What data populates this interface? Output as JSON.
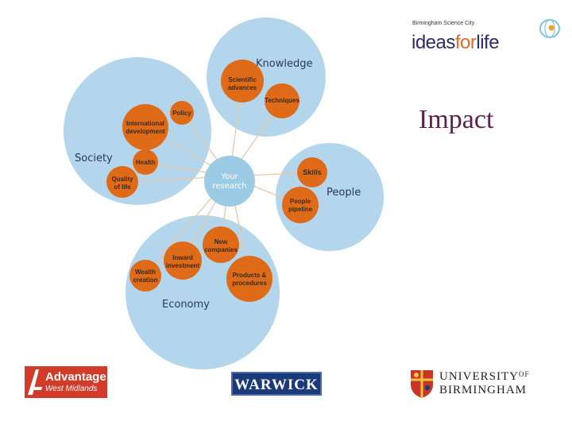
{
  "title": "Impact",
  "brand": {
    "subtitle": "Birmingham Science City",
    "name_part1": "ideas",
    "name_highlight": "for",
    "name_part2": "life"
  },
  "colors": {
    "cluster": "#b3d6ec",
    "node": "#df6b19",
    "center": "#9ccbe6",
    "connector": "#e8c9a5",
    "title": "#5c1f4a"
  },
  "diagram": {
    "center": {
      "line1": "Your",
      "line2": "research"
    },
    "clusters": [
      {
        "name": "Knowledge"
      },
      {
        "name": "Society"
      },
      {
        "name": "People"
      },
      {
        "name": "Economy"
      }
    ],
    "nodes": [
      {
        "line1": "Scientific",
        "line2": "advances"
      },
      {
        "line1": "Techniques",
        "line2": ""
      },
      {
        "line1": "Policy",
        "line2": ""
      },
      {
        "line1": "International",
        "line2": "development"
      },
      {
        "line1": "Health",
        "line2": ""
      },
      {
        "line1": "Quality",
        "line2": "of life"
      },
      {
        "line1": "Skills",
        "line2": ""
      },
      {
        "line1": "People",
        "line2": "pipeline"
      },
      {
        "line1": "New",
        "line2": "companies"
      },
      {
        "line1": "Inward",
        "line2": "investment"
      },
      {
        "line1": "Wealth",
        "line2": "creation"
      },
      {
        "line1": "Products &",
        "line2": "procedures"
      }
    ]
  },
  "logos": {
    "advantage": {
      "line1": "Advantage",
      "line2": "West Midlands"
    },
    "warwick": "WARWICK",
    "birmingham": {
      "line1": "UNIVERSITY",
      "of": "OF",
      "line2": "BIRMINGHAM"
    }
  }
}
